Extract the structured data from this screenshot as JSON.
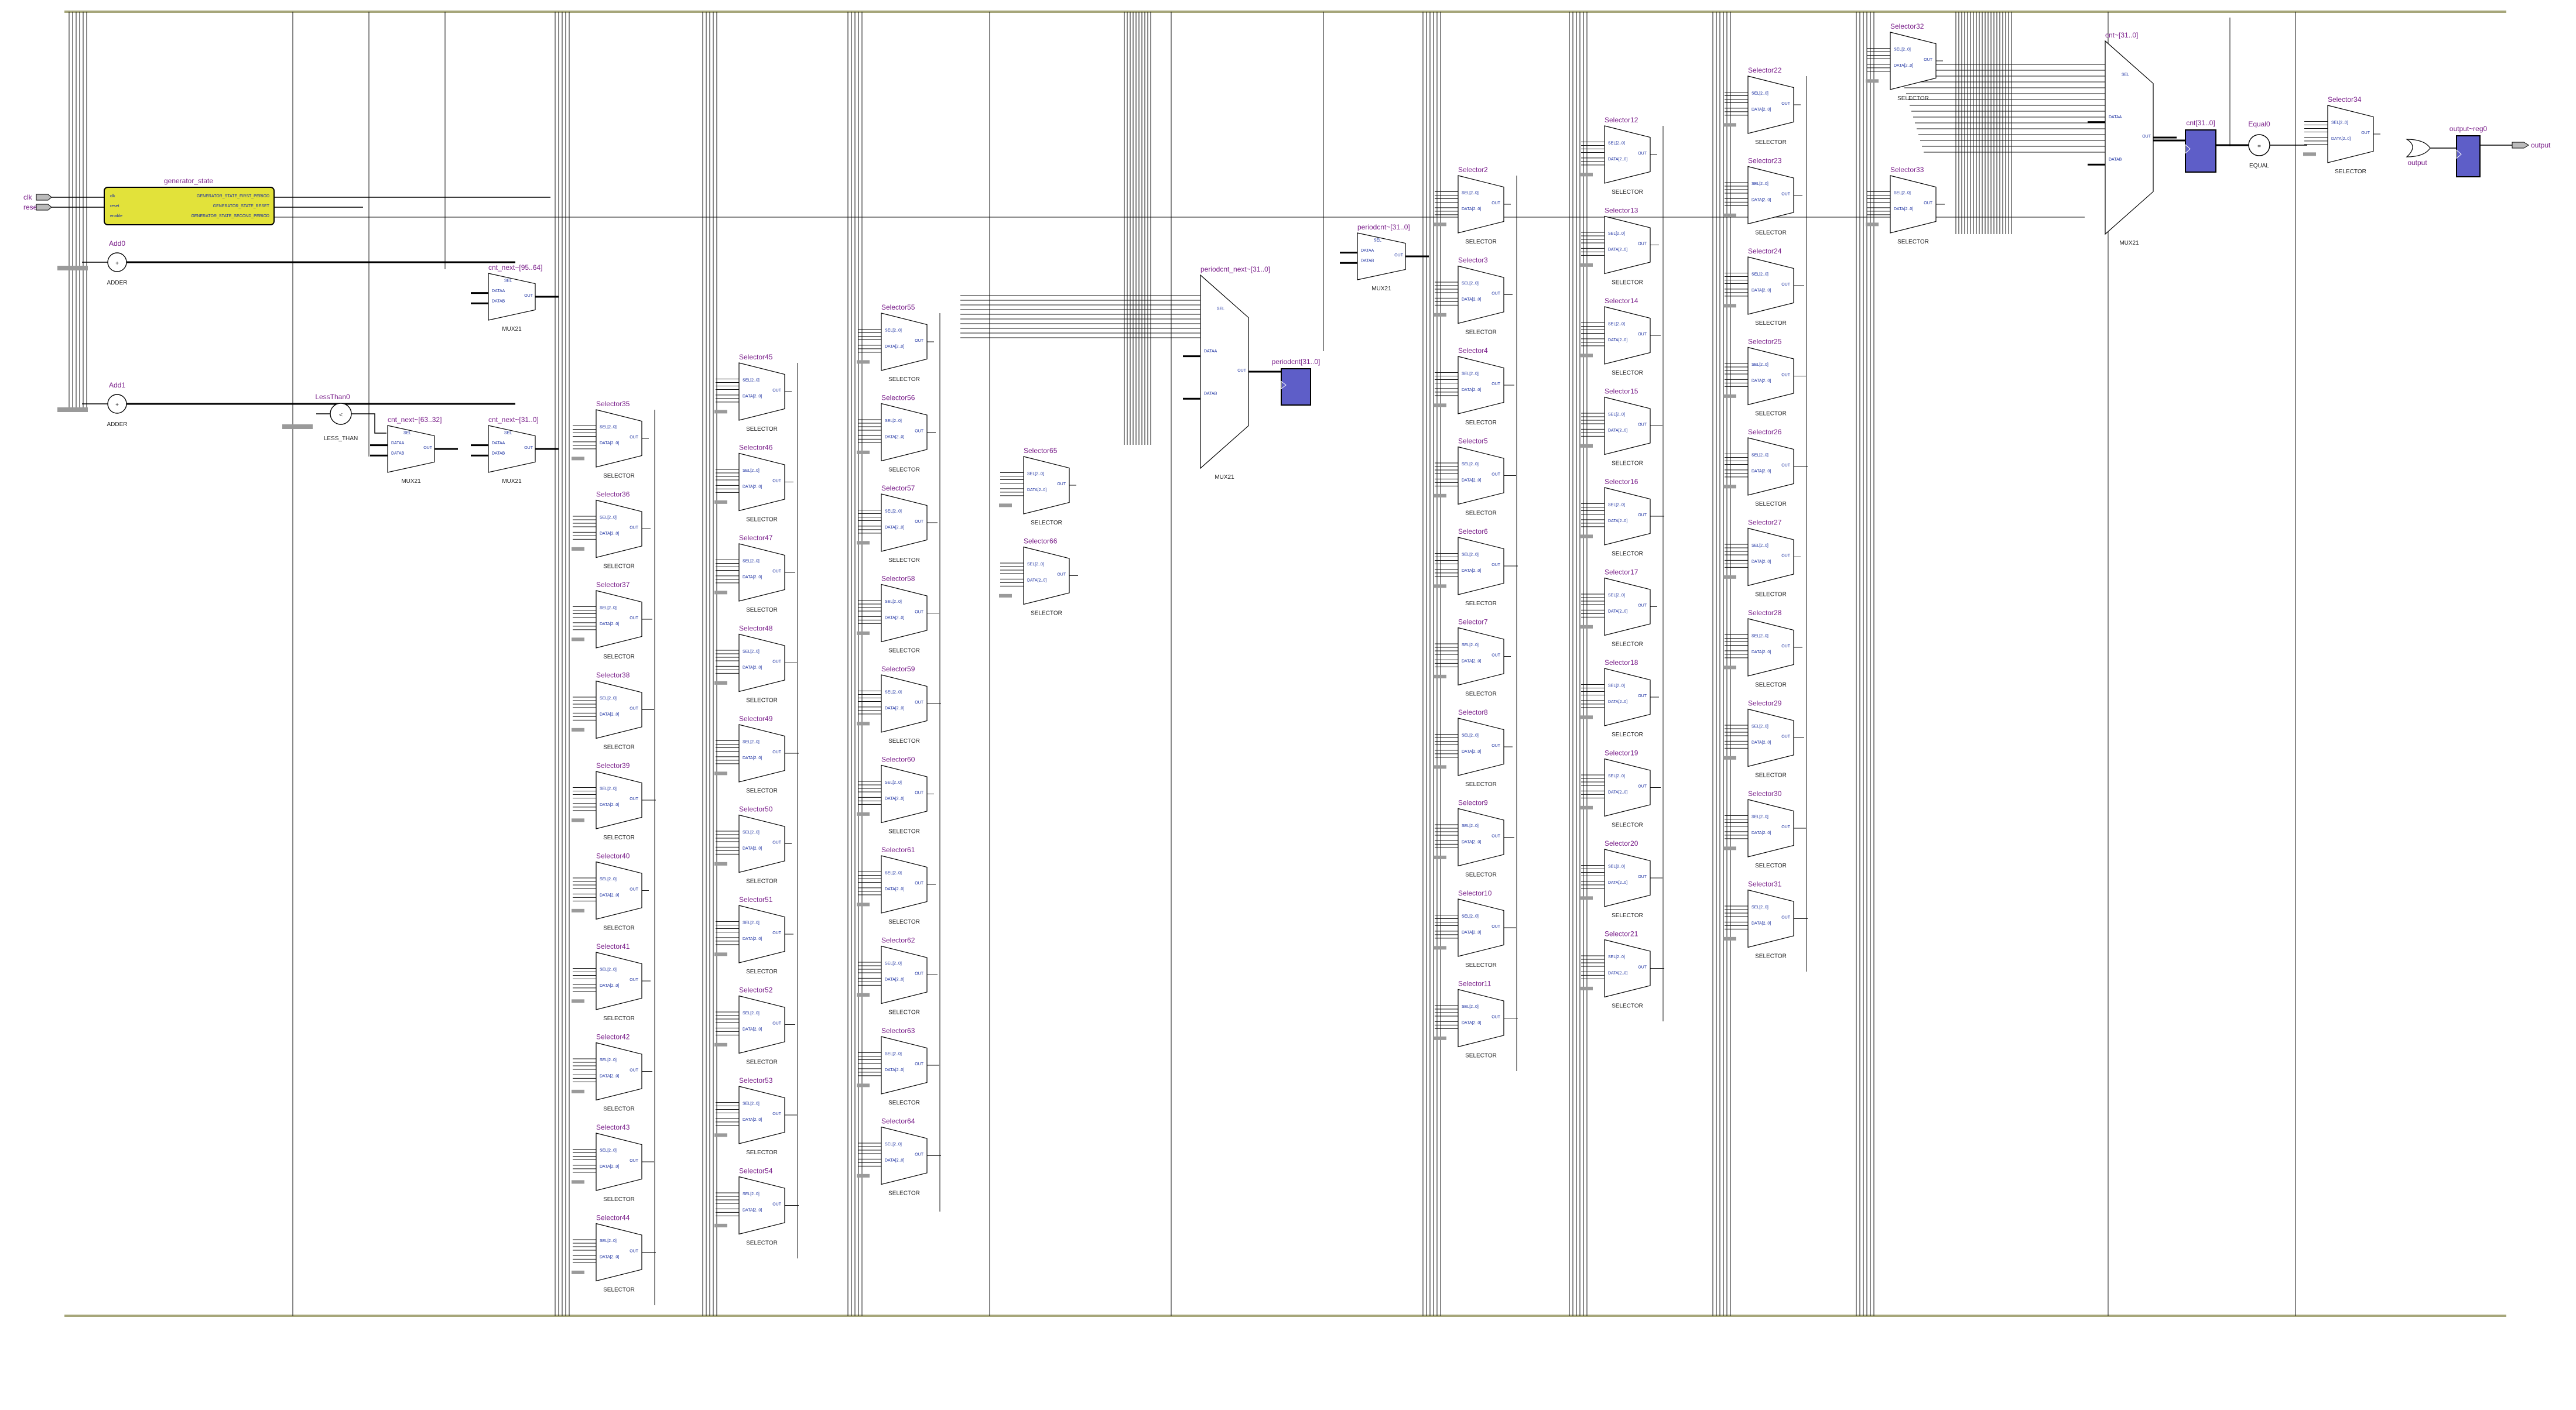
{
  "colors": {
    "background": "#ffffff",
    "instance_name": "#7a1f8a",
    "pin_label": "#1a2fa0",
    "state_machine_fill": "#e2e23a",
    "register_fill": "#5e5ec8",
    "rail": "#a6a67a"
  },
  "ports": {
    "inputs": [
      "clk",
      "reset"
    ],
    "output": "output"
  },
  "state_machine": {
    "name": "generator_state",
    "pins": [
      "clk",
      "reset",
      "enable"
    ],
    "states": [
      "GENERATOR_STATE_FIRST_PERIOD",
      "GENERATOR_STATE_RESET",
      "GENERATOR_STATE_SECOND_PERIOD"
    ]
  },
  "adders": [
    {
      "name": "Add0",
      "type": "ADDER"
    },
    {
      "name": "Add1",
      "type": "ADDER"
    }
  ],
  "comparator": {
    "name": "LessThan0",
    "type": "LESS_THAN",
    "symbol": "<"
  },
  "equality": {
    "name": "Equal0",
    "type": "EQUAL",
    "symbol": "="
  },
  "muxes": [
    {
      "name": "cnt_next~[63..32]",
      "type": "MUX21"
    },
    {
      "name": "cnt_next~[95..64]",
      "type": "MUX21"
    },
    {
      "name": "cnt_next~[31..0]",
      "type": "MUX21"
    },
    {
      "name": "periodcnt_next~[31..0]",
      "type": "MUX21"
    },
    {
      "name": "periodcnt~[31..0]",
      "type": "MUX21"
    },
    {
      "name": "cnt~[31..0]",
      "type": "MUX21"
    }
  ],
  "registers": [
    {
      "name": "periodcnt[31..0]"
    },
    {
      "name": "cnt[31..0]"
    },
    {
      "name": "output~reg0"
    }
  ],
  "mux_pins": {
    "sel": "SEL",
    "a": "DATAA",
    "b": "DATAB",
    "out": "OUT"
  },
  "selector_pins": {
    "sel": "SEL[2..0]",
    "data": "DATA[2..0]",
    "out": "OUT"
  },
  "selector_type": "SELECTOR",
  "selector_columns": [
    [
      "Selector35",
      "Selector36",
      "Selector37",
      "Selector38",
      "Selector39",
      "Selector40",
      "Selector41",
      "Selector42",
      "Selector43",
      "Selector44"
    ],
    [
      "Selector45",
      "Selector46",
      "Selector47",
      "Selector48",
      "Selector49",
      "Selector50",
      "Selector51",
      "Selector52",
      "Selector53",
      "Selector54"
    ],
    [
      "Selector55",
      "Selector56",
      "Selector57",
      "Selector58",
      "Selector59",
      "Selector60",
      "Selector61",
      "Selector62",
      "Selector63",
      "Selector64"
    ],
    [
      "Selector65",
      "Selector66"
    ],
    [
      "Selector2",
      "Selector3",
      "Selector4",
      "Selector5",
      "Selector6",
      "Selector7",
      "Selector8",
      "Selector9",
      "Selector10",
      "Selector11"
    ],
    [
      "Selector12",
      "Selector13",
      "Selector14",
      "Selector15",
      "Selector16",
      "Selector17",
      "Selector18",
      "Selector19",
      "Selector20",
      "Selector21"
    ],
    [
      "Selector22",
      "Selector23",
      "Selector24",
      "Selector25",
      "Selector26",
      "Selector27",
      "Selector28",
      "Selector29",
      "Selector30",
      "Selector31"
    ],
    [
      "Selector32",
      "Selector33"
    ],
    [
      "Selector34"
    ]
  ]
}
